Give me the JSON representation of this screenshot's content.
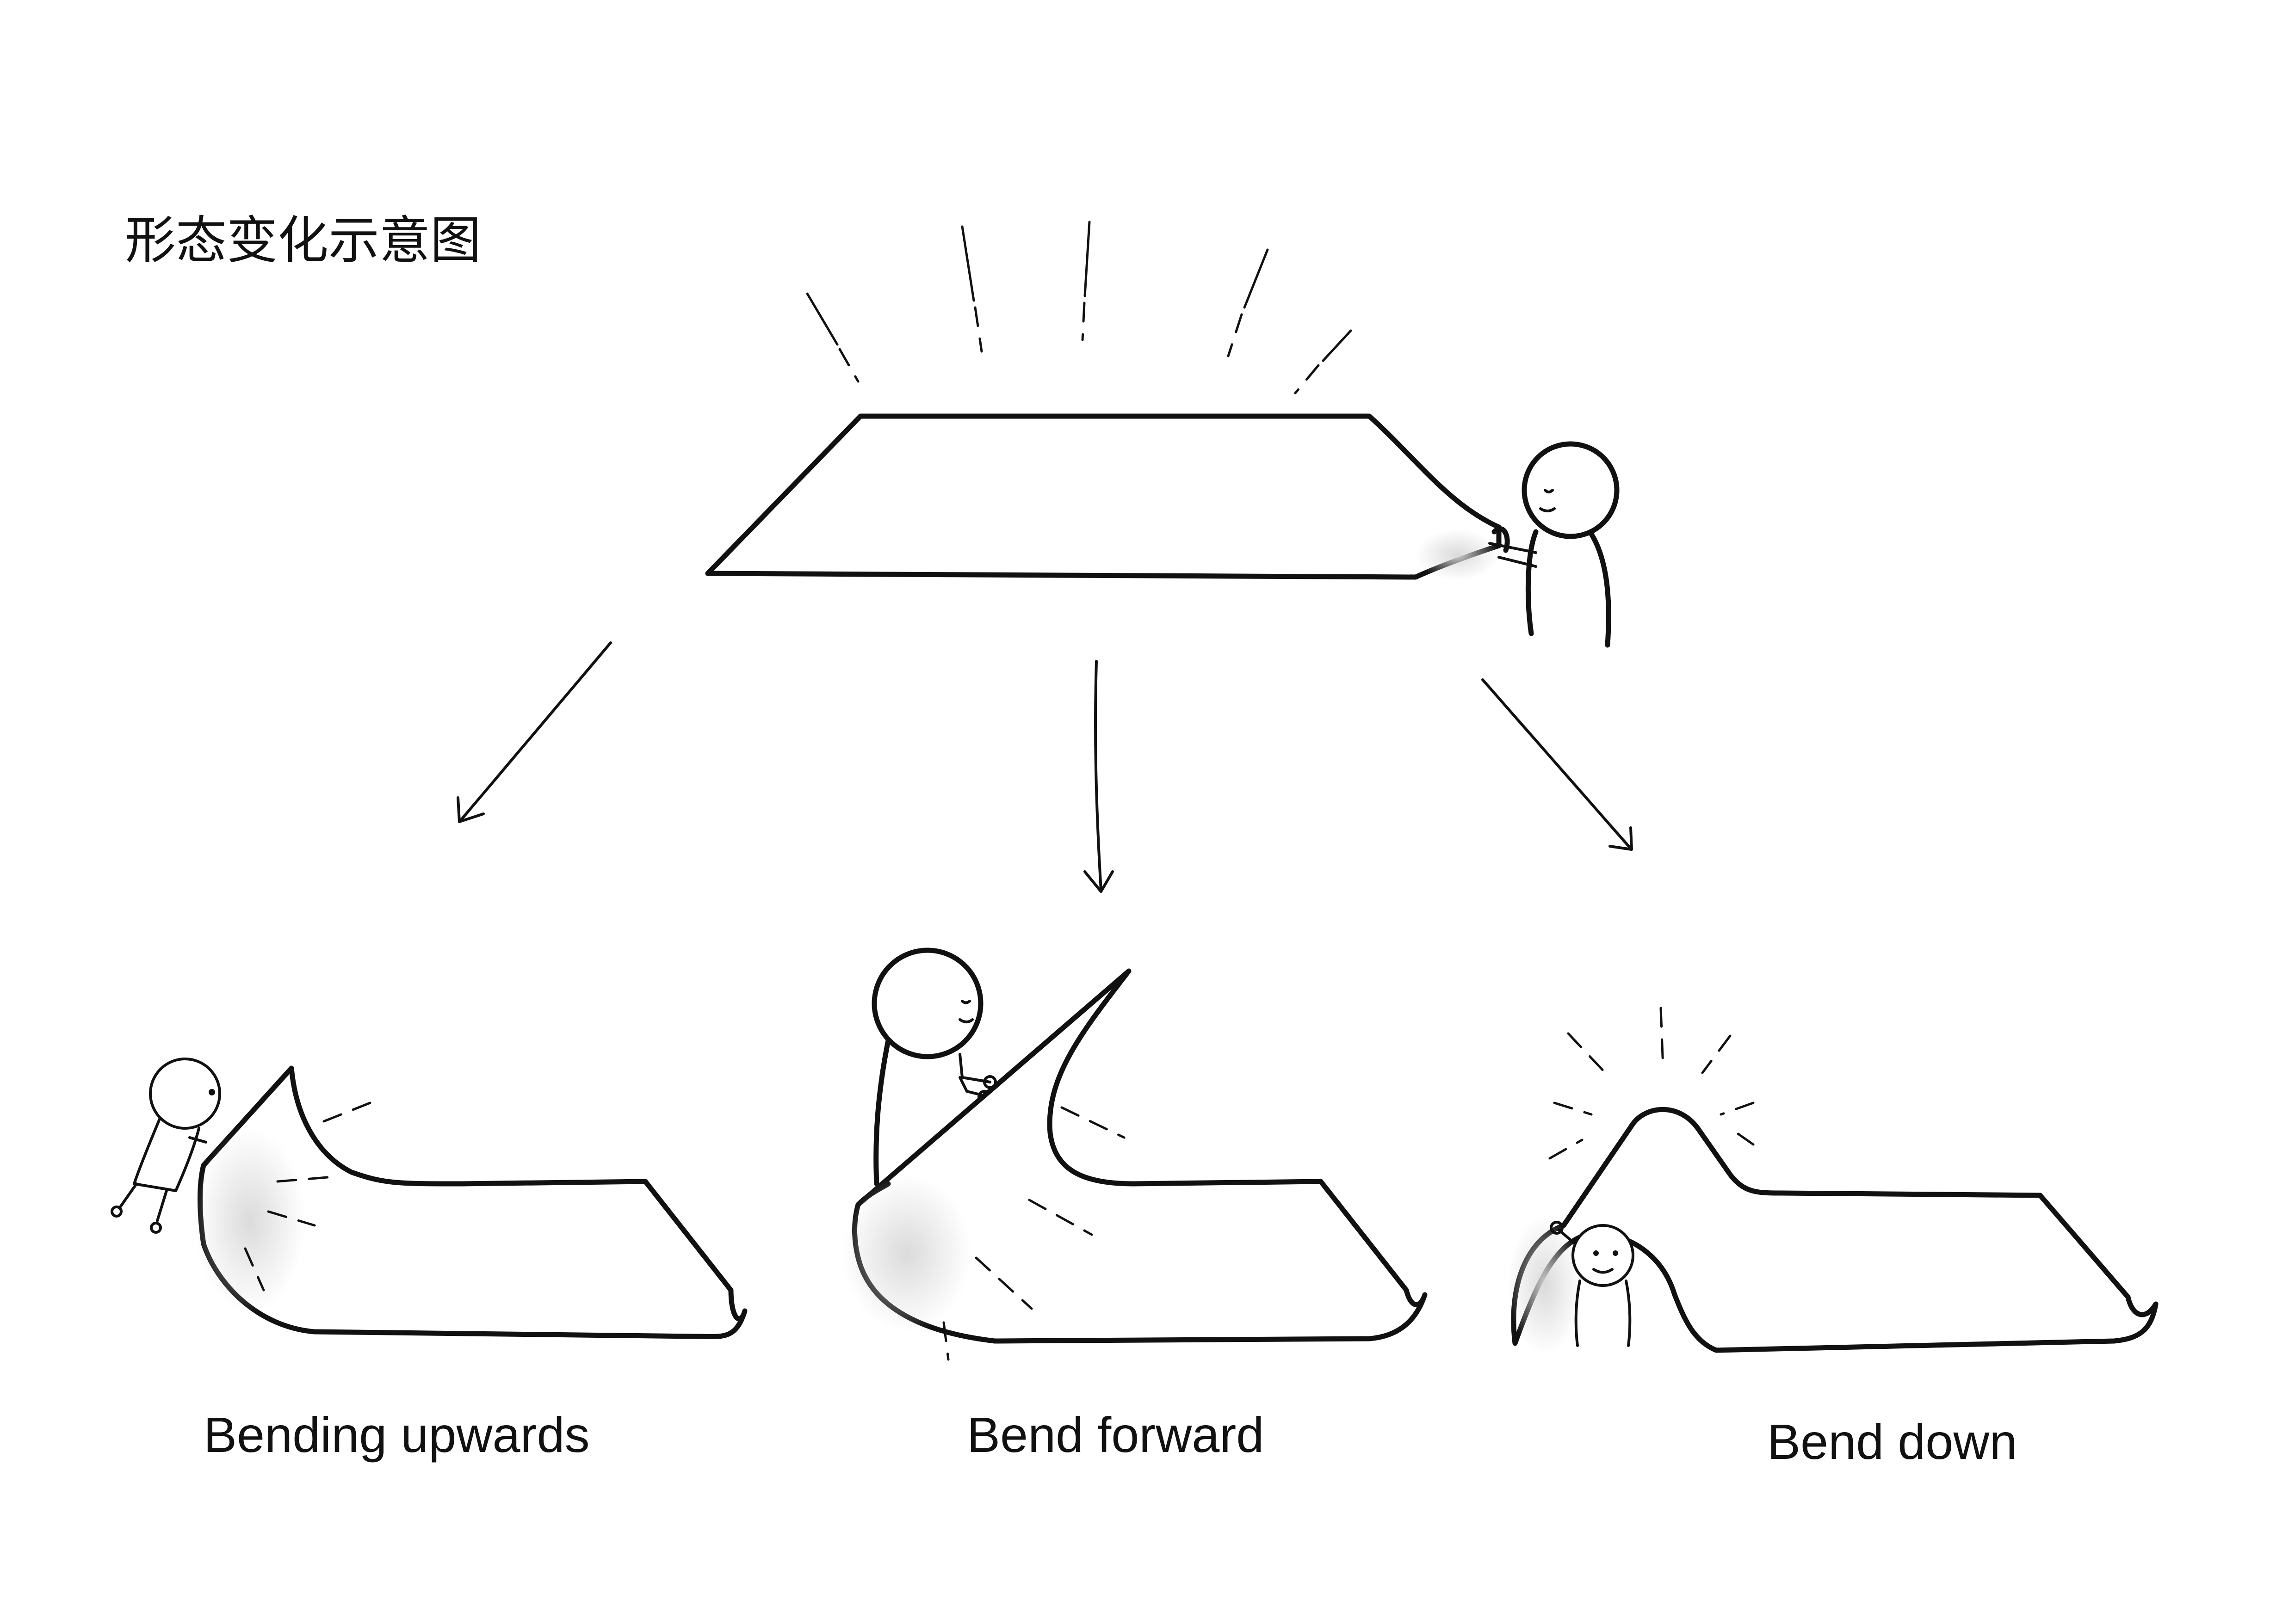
{
  "title": "形态变化示意图",
  "captions": {
    "bend_upwards": "Bending upwards",
    "bend_forward": "Bend forward",
    "bend_down": "Bend down"
  },
  "colors": {
    "ink": "#111111",
    "background": "#ffffff",
    "shade": "#d9d9d9"
  }
}
